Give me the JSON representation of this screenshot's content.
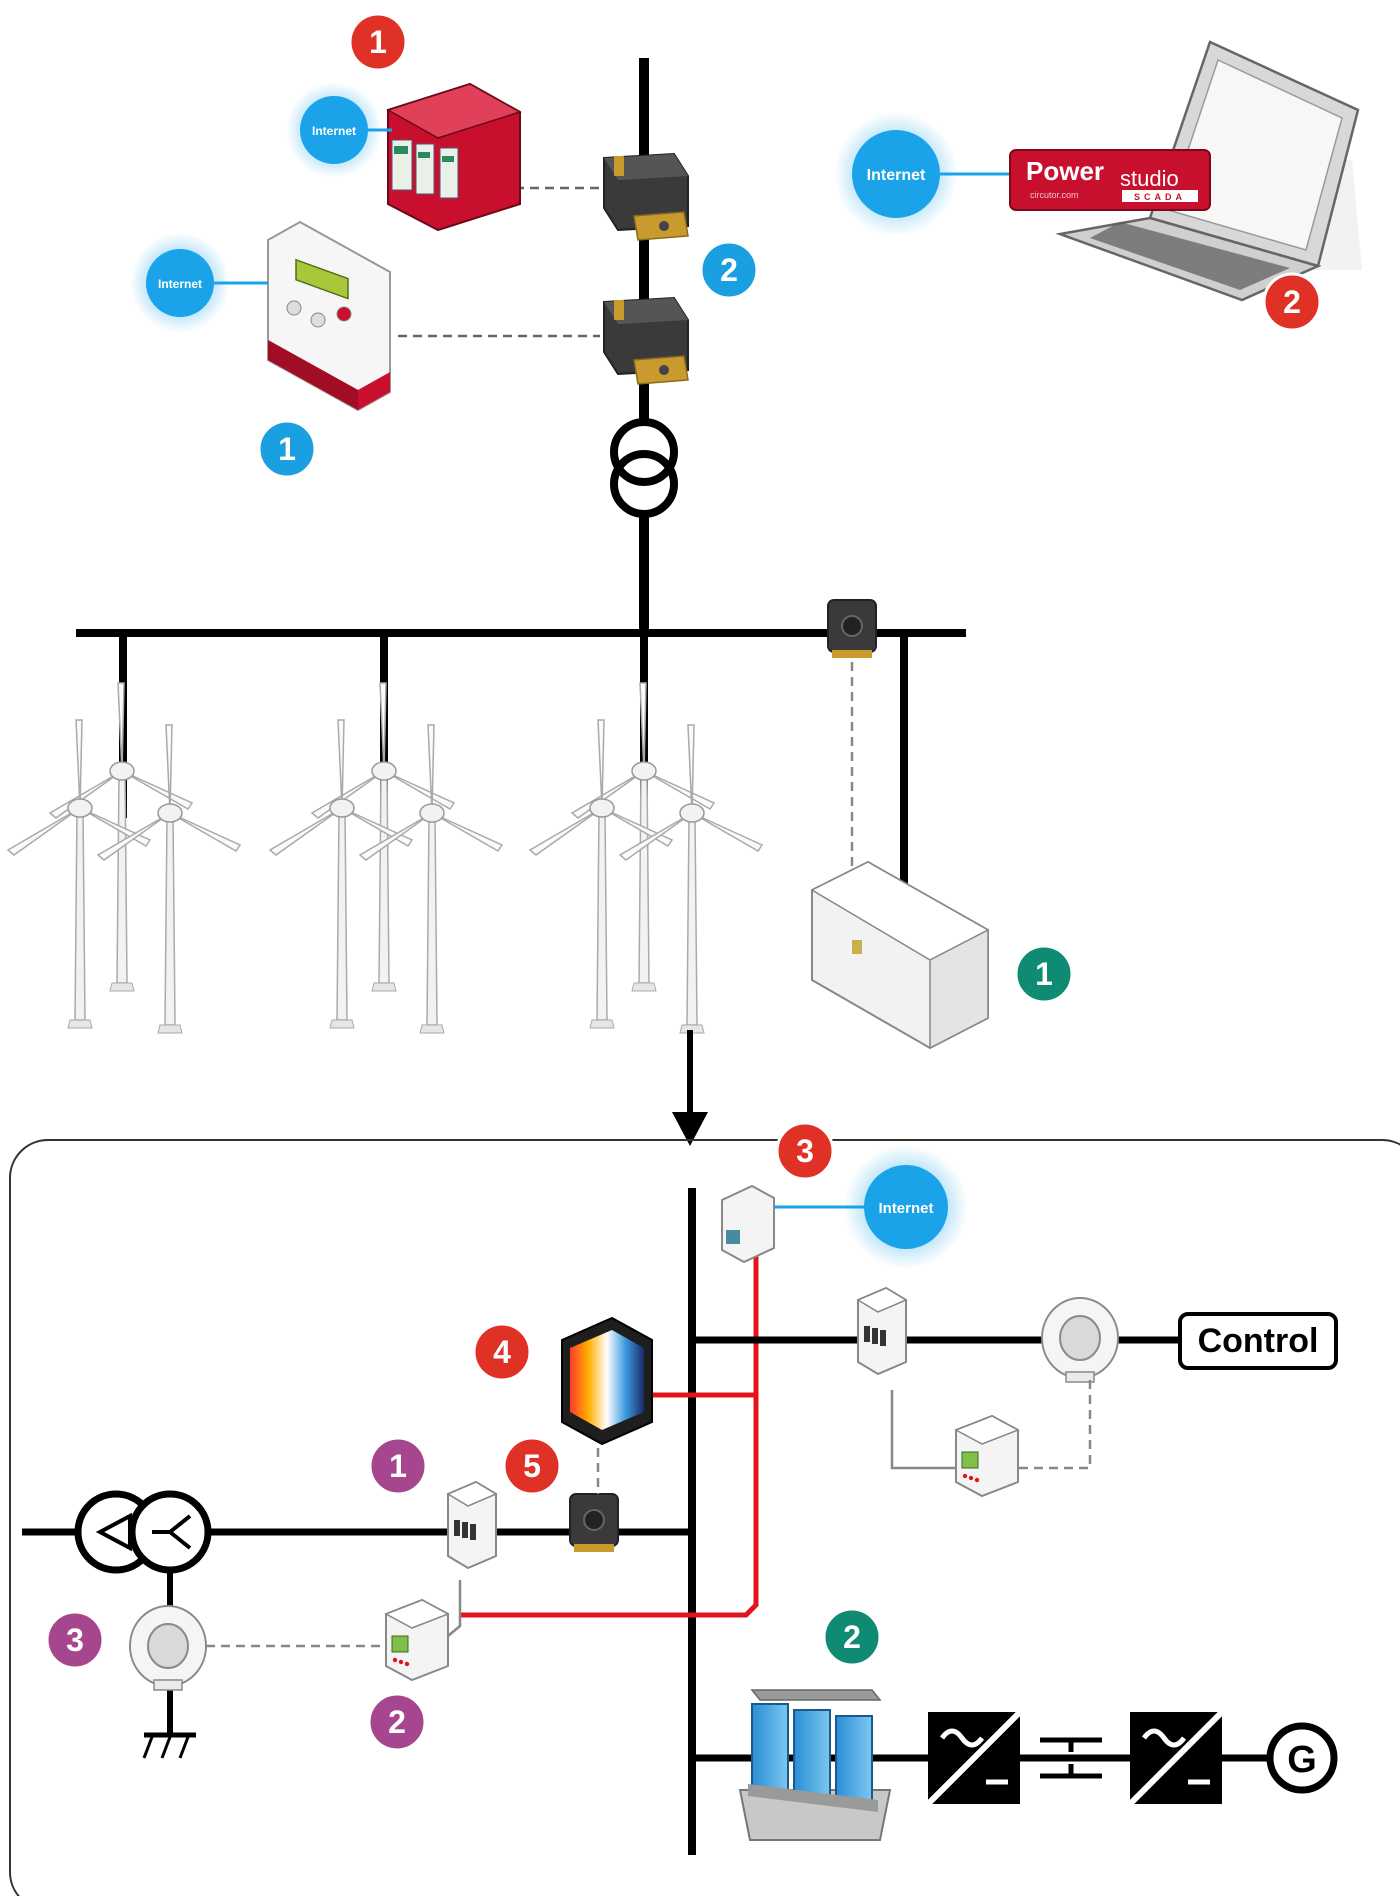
{
  "labels": {
    "internet": "Internet",
    "control": "Control",
    "generator": "G",
    "brand_power": "Power",
    "brand_studio": "studio",
    "brand_domain": "circutor.com",
    "brand_scada": "SCADA"
  },
  "badges": {
    "red_1": "1",
    "red_2": "2",
    "red_3": "3",
    "red_4": "4",
    "red_5": "5",
    "blue_1": "1",
    "blue_2": "2",
    "green_1": "1",
    "green_2": "2",
    "purple_1": "1",
    "purple_2": "2",
    "purple_3": "3"
  },
  "colors": {
    "red_badge": "#e03127",
    "blue_badge": "#1a9fe0",
    "green_badge": "#0f8a73",
    "purple_badge": "#a5468f",
    "internet_blue": "#1aa3e8",
    "comm_red": "#e3131b",
    "device_red": "#c8102e"
  }
}
